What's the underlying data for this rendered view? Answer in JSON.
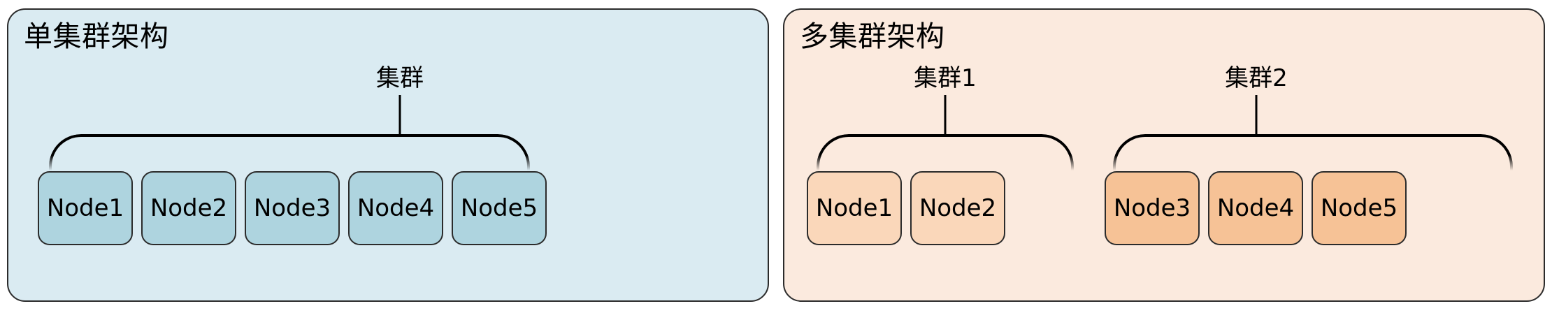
{
  "diagram": {
    "type": "architecture-comparison",
    "panels": [
      {
        "id": "single-cluster",
        "title": "单集群架构",
        "bg_color": "#daebf2",
        "border_color": "#2b2b2b",
        "node_color": "#aed4df",
        "clusters": [
          {
            "label": "集群",
            "nodes": [
              "Node1",
              "Node2",
              "Node3",
              "Node4",
              "Node5"
            ]
          }
        ]
      },
      {
        "id": "multi-cluster",
        "title": "多集群架构",
        "bg_color": "#fbeade",
        "border_color": "#2b2b2b",
        "clusters": [
          {
            "label": "集群1",
            "node_color": "#fad7ba",
            "nodes": [
              "Node1",
              "Node2"
            ]
          },
          {
            "label": "集群2",
            "node_color": "#f6c296",
            "nodes": [
              "Node3",
              "Node4",
              "Node5"
            ]
          }
        ]
      }
    ]
  }
}
